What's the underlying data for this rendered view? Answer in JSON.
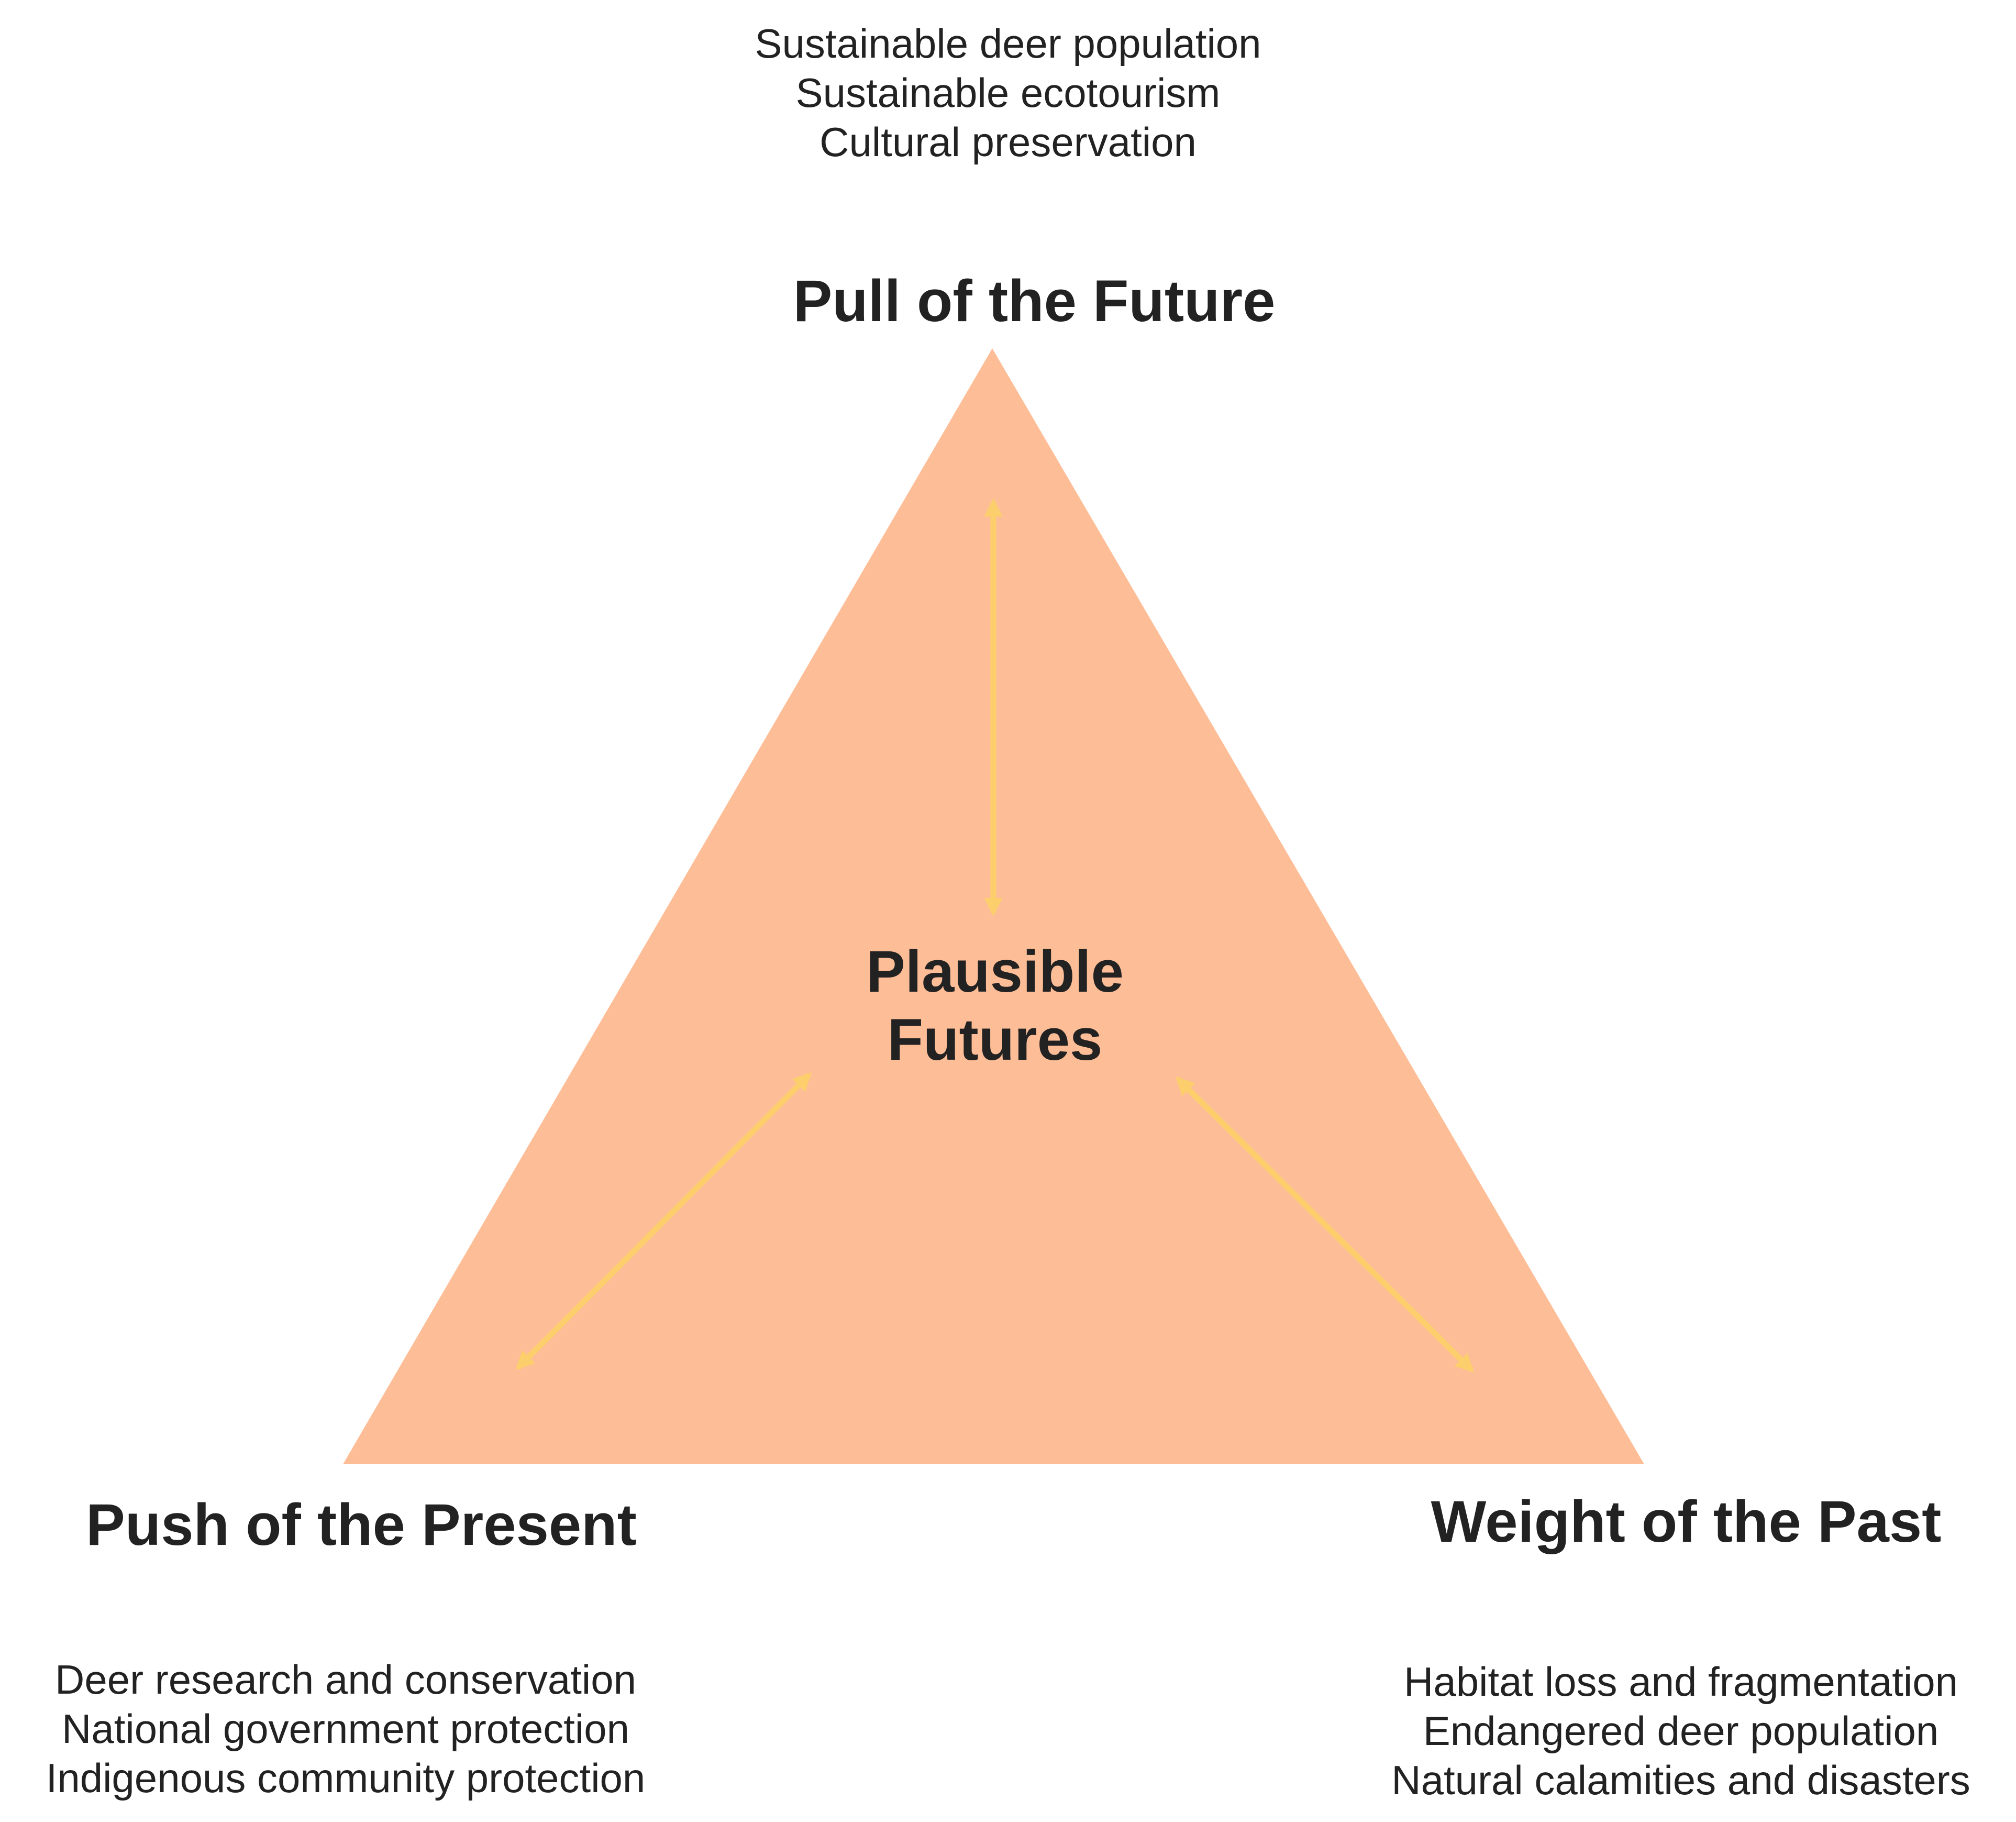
{
  "colors": {
    "triangle_fill": "#FDBE97",
    "arrow_color": "#FDCF6C",
    "text_color": "#222222"
  },
  "center": {
    "line1": "Plausible",
    "line2": "Futures"
  },
  "pull_of_future": {
    "title": "Pull of the Future",
    "items": [
      "Sustainable deer population",
      "Sustainable ecotourism",
      "Cultural preservation"
    ]
  },
  "push_of_present": {
    "title": "Push of the Present",
    "items": [
      "Deer research and conservation",
      "National government protection",
      "Indigenous community protection"
    ]
  },
  "weight_of_past": {
    "title": "Weight of the Past",
    "items": [
      "Habitat loss and fragmentation",
      "Endangered deer population",
      "Natural calamities and disasters"
    ]
  }
}
